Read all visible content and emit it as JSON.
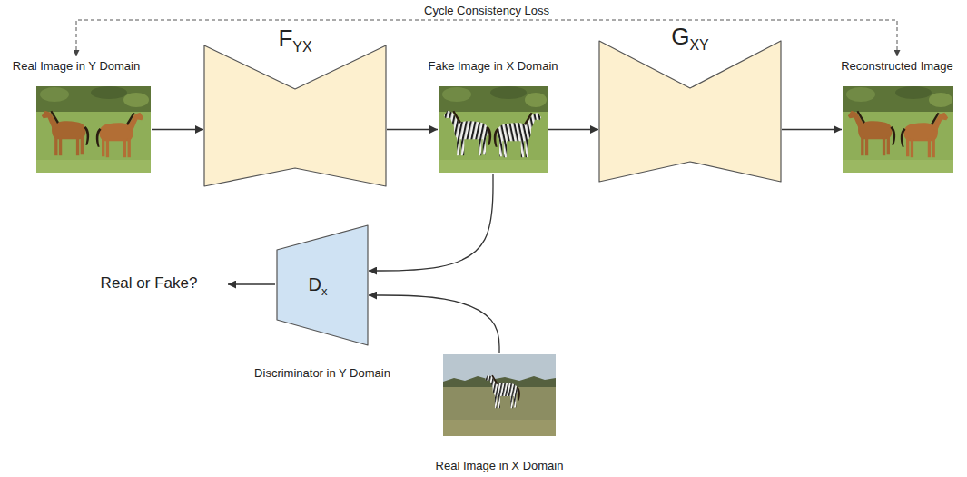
{
  "diagram": {
    "nodes": [
      {
        "text": [
          "Real Image in Y Domain"
        ]
      },
      {
        "text": [
          "F",
          "YX"
        ]
      },
      {
        "text": [
          "Fake Image in X Domain"
        ]
      },
      {
        "text": [
          "G",
          "XY"
        ]
      },
      {
        "text": [
          "Reconstructed Image"
        ]
      },
      {
        "text": [
          "D",
          "x",
          "Discriminator in Y Domain"
        ]
      },
      {
        "text": [
          "Real Image in X Domain"
        ]
      }
    ],
    "edges": [
      {
        "from": 0,
        "to": 1,
        "arrow": "to"
      },
      {
        "from": 1,
        "to": 2,
        "arrow": "to"
      },
      {
        "from": 2,
        "to": 3,
        "arrow": "to"
      },
      {
        "from": 3,
        "to": 4,
        "arrow": "to"
      },
      {
        "from": 0,
        "to": 4,
        "label": "Cycle Consistency Loss",
        "arrow": "both"
      },
      {
        "from": 2,
        "to": 5,
        "arrow": "to"
      },
      {
        "from": 6,
        "to": 5,
        "arrow": "to"
      }
    ],
    "labels": [
      "Real or Fake?"
    ]
  }
}
